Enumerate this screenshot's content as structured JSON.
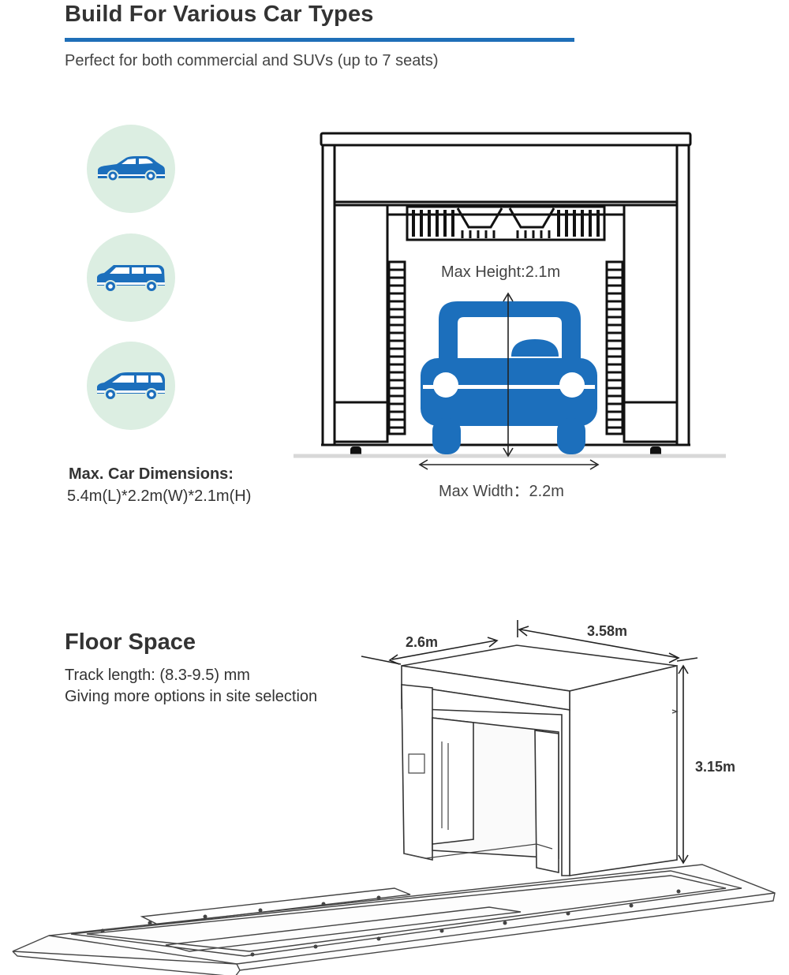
{
  "header": {
    "title": "Build For Various Car Types",
    "subtitle": "Perfect for both commercial and SUVs (up to 7 seats)"
  },
  "car_types": [
    {
      "icon": "sedan-car-icon"
    },
    {
      "icon": "suv-car-icon"
    },
    {
      "icon": "mpv-car-icon"
    }
  ],
  "dimensions": {
    "label": "Max. Car Dimensions:",
    "value": "5.4m(L)*2.2m(W)*2.1m(H)",
    "max_height": "Max Height:2.1m",
    "max_width": "Max Width：2.2m"
  },
  "floor": {
    "title": "Floor Space",
    "track_length": "Track length: (8.3-9.5) mm",
    "site_option": "Giving more options in site selection",
    "width_label": "2.6m",
    "length_label": "3.58m",
    "height_label": "3.15m"
  },
  "colors": {
    "accent": "#1f6fb8",
    "car_blue": "#1c6fbc",
    "icon_bg": "#dceee2"
  }
}
